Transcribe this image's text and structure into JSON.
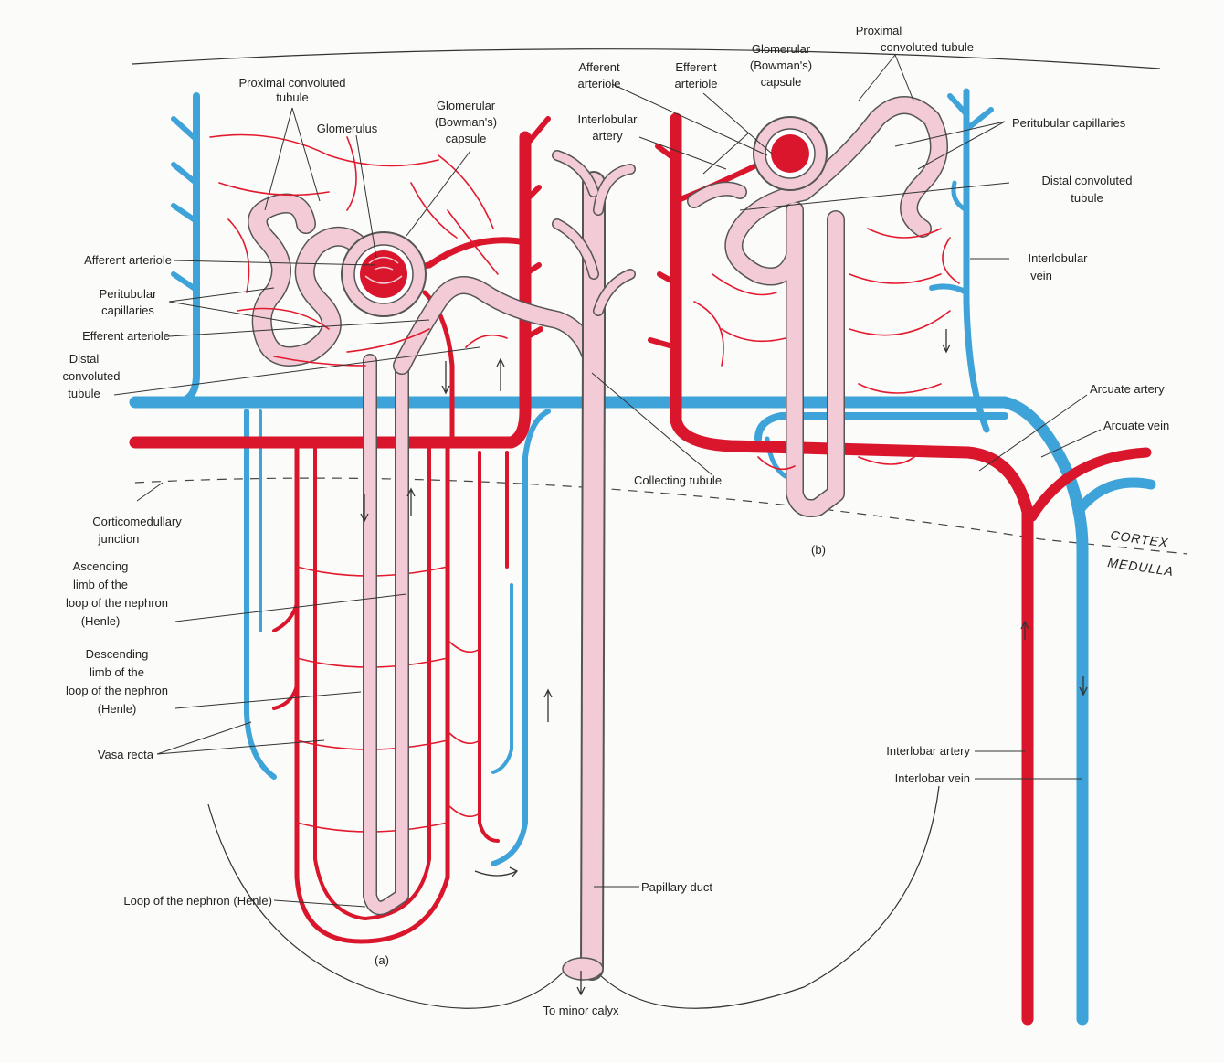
{
  "labels": {
    "proximal_left": [
      "Proximal convoluted",
      "tubule"
    ],
    "glomerulus": "Glomerulus",
    "glomerular_capsule_left": [
      "Glomerular",
      "(Bowman's)",
      "capsule"
    ],
    "afferent_left": "Afferent arteriole",
    "peritubular_left": [
      "Peritubular",
      "capillaries"
    ],
    "efferent_left": "Efferent arteriole",
    "distal_left": [
      "Distal",
      "convoluted",
      "tubule"
    ],
    "corticomedullary": [
      "Corticomedullary",
      "junction"
    ],
    "ascending": [
      "Ascending",
      "limb of the",
      "loop of the nephron",
      "(Henle)"
    ],
    "descending": [
      "Descending",
      "limb of the",
      "loop of the nephron",
      "(Henle)"
    ],
    "vasa_recta": "Vasa recta",
    "loop_henle": "Loop of the nephron (Henle)",
    "panel_a": "(a)",
    "afferent_right": [
      "Afferent",
      "arteriole"
    ],
    "efferent_right": [
      "Efferent",
      "arteriole"
    ],
    "glomerular_capsule_right": [
      "Glomerular",
      "(Bowman's)",
      "capsule"
    ],
    "interlobular_artery": [
      "Interlobular",
      "artery"
    ],
    "proximal_right": [
      "Proximal",
      "convoluted tubule"
    ],
    "peritubular_right": "Peritubular capillaries",
    "distal_right": [
      "Distal convoluted",
      "tubule"
    ],
    "interlobular_vein": [
      "Interlobular",
      "vein"
    ],
    "arcuate_artery": "Arcuate artery",
    "arcuate_vein": "Arcuate vein",
    "cortex": "CORTEX",
    "medulla": "MEDULLA",
    "collecting_tubule": "Collecting tubule",
    "panel_b": "(b)",
    "interlobar_artery": "Interlobar artery",
    "interlobar_vein": "Interlobar vein",
    "papillary_duct": "Papillary duct",
    "minor_calyx": "To minor calyx"
  },
  "colors": {
    "artery": "#d9162b",
    "vein": "#3ea3d8",
    "tubule": "#f2cbd6",
    "outline": "#333333"
  }
}
